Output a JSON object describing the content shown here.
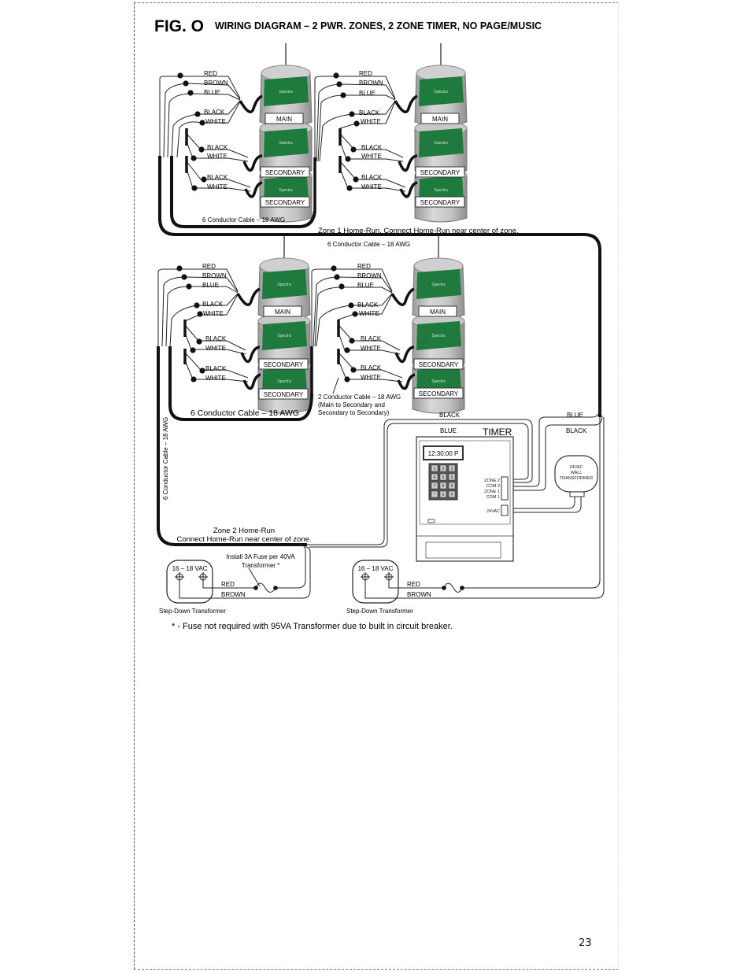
{
  "figure": {
    "label": "FIG. O",
    "title": "WIRING DIAGRAM – 2 PWR. ZONES, 2 ZONE TIMER, NO PAGE/MUSIC"
  },
  "wire_colors": {
    "red": "RED",
    "brown": "BROWN",
    "blue": "BLUE",
    "black": "BLACK",
    "white": "WHITE"
  },
  "speaker_labels": {
    "main": "MAIN",
    "secondary": "SECONDARY"
  },
  "zone1": {
    "cable_label": "6 Conductor Cable – 18 AWG",
    "home_run_label": "Zone 1 Home-Run,  Connect Home-Run near center of zone.",
    "home_run_cable_label": "6 Conductor Cable – 18 AWG"
  },
  "zone2": {
    "cable_label": "6 Conductor Cable – 18 AWG",
    "two_conductor_label_line1": "2 Conductor Cable – 18 AWG",
    "two_conductor_label_line2": "(Main to Secondary and",
    "two_conductor_label_line3": "Secondary to Secondary)",
    "vertical_cable_label": "6 Conductor Cable – 18 AWG",
    "home_run_line1": "Zone 2 Home-Run",
    "home_run_line2": "Connect Home-Run near center of zone."
  },
  "timer": {
    "title": "TIMER",
    "display": "12:30:00 P",
    "keypad": [
      "1",
      "2",
      "3",
      "4",
      "5",
      "6",
      "7",
      "8",
      "9",
      "*",
      "0",
      "#"
    ],
    "terminals": [
      "ZONE 2",
      "COM 2",
      "ZONE 1",
      "COM 1"
    ],
    "power_terminal": "24VAC",
    "wire_top_left": "BLACK",
    "wire_inner_left": "BLUE",
    "wire_top_right": "BLUE",
    "wire_inner_right": "BLACK"
  },
  "wall_transformer": {
    "line1": "24VAC",
    "line2": "WALL",
    "line3": "TRANSFORMER"
  },
  "step_down_transformers": [
    {
      "voltage": "16 – 18 VAC",
      "caption": "Step-Down Transformer",
      "wire1": "RED",
      "wire2": "BROWN"
    },
    {
      "voltage": "16 – 18 VAC",
      "caption": "Step-Down Transformer",
      "wire1": "RED",
      "wire2": "BROWN"
    }
  ],
  "fuse_note": {
    "line1": "Install 3A Fuse per 40VA",
    "line2": "Transformer *"
  },
  "footnote": "* - Fuse not required with 95VA Transformer due to built in circuit breaker.",
  "page_number": "23",
  "colors": {
    "speaker_body": "#c8c8c8",
    "speaker_label_green": "#1f7a3e",
    "wire": "#111111"
  }
}
